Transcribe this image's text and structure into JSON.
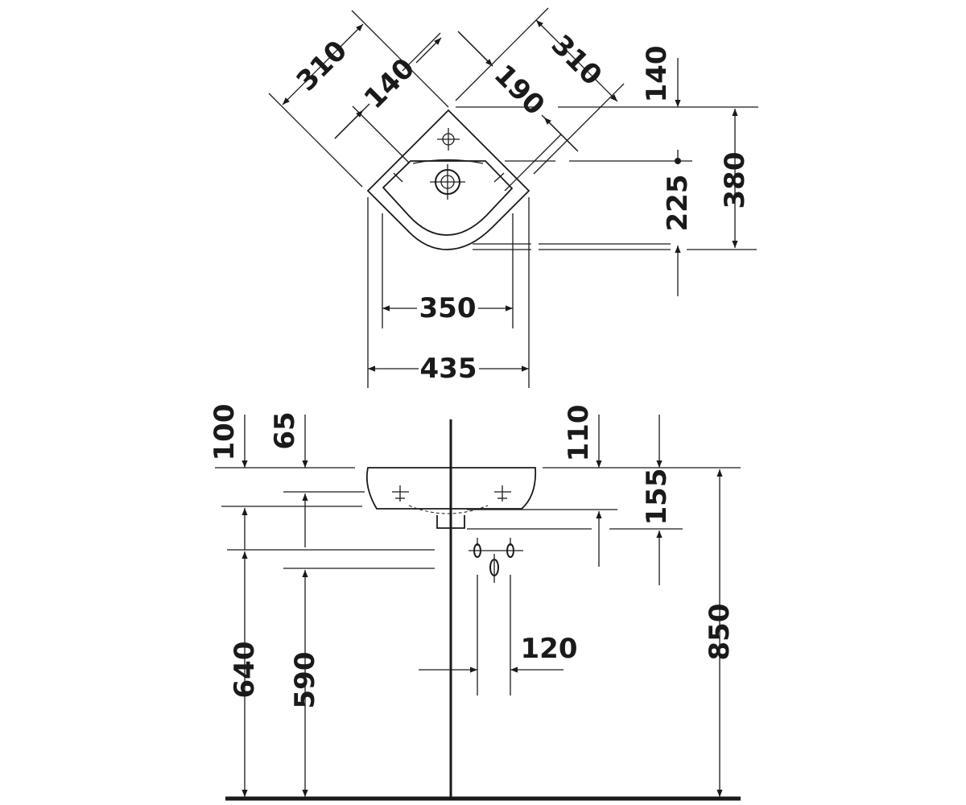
{
  "plan_view": {
    "dims": {
      "side_left": "310",
      "offset_left": "140",
      "tap_offset": "190",
      "side_right": "310",
      "back_offset": "140",
      "bowl_center": "225",
      "depth": "380",
      "bowl_width": "350",
      "overall_width": "435"
    }
  },
  "elevation_view": {
    "dims": {
      "rim_offset_left": "100",
      "rim_offset_inner": "65",
      "rim_offset_right": "110",
      "waste_drop": "155",
      "height_640": "640",
      "height_590": "590",
      "supply_spacing": "120",
      "rim_height": "850"
    }
  },
  "colors": {
    "ink": "#1a1a1a",
    "paper": "#ffffff"
  }
}
